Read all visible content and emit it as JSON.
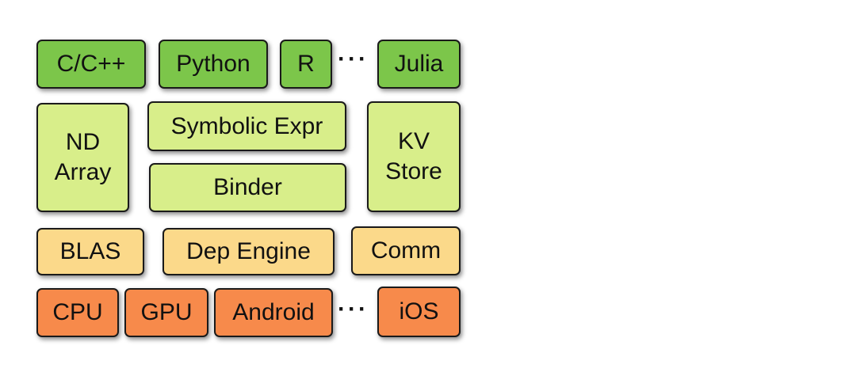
{
  "colors": {
    "language_layer": "#7cc64a",
    "middle_layer": "#d8ee8a",
    "backend_layer": "#fbd98a",
    "device_layer": "#f78a4b"
  },
  "languages": {
    "c_cpp": "C/C++",
    "python": "Python",
    "r": "R",
    "ellipsis": "···",
    "julia": "Julia"
  },
  "core": {
    "nd_array": "ND\nArray",
    "symbolic_expr": "Symbolic Expr",
    "binder": "Binder",
    "kv_store": "KV\nStore"
  },
  "backend": {
    "blas": "BLAS",
    "dep_engine": "Dep Engine",
    "comm": "Comm"
  },
  "devices": {
    "cpu": "CPU",
    "gpu": "GPU",
    "android": "Android",
    "ellipsis": "···",
    "ios": "iOS"
  }
}
